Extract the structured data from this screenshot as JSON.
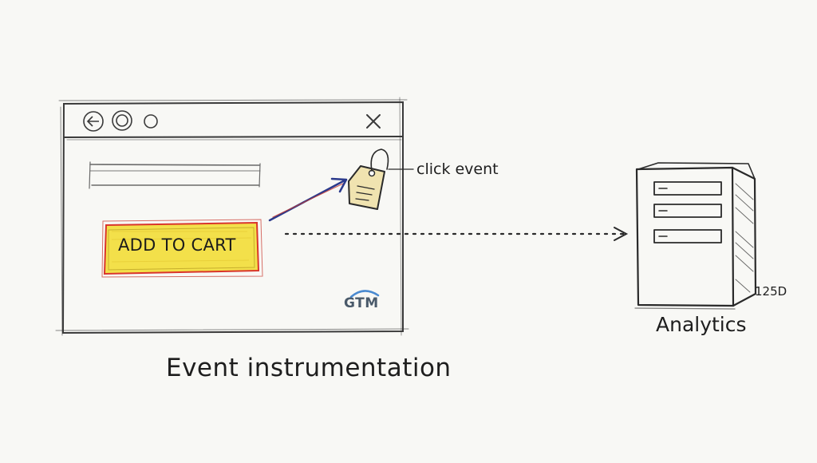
{
  "diagram": {
    "caption": "Event instrumentation",
    "browser_window": {
      "cta_button_label": "ADD TO CART",
      "tag_manager_label": "GTM"
    },
    "event_tag": {
      "label": "click event"
    },
    "destination": {
      "label": "Analytics",
      "code": "125D"
    },
    "colors": {
      "button_fill": "#f3e04a",
      "button_border": "#d9352c",
      "arrow": "#2b3a8c",
      "tag_fill": "#f0e3b0",
      "ink": "#2a2a2a"
    }
  }
}
